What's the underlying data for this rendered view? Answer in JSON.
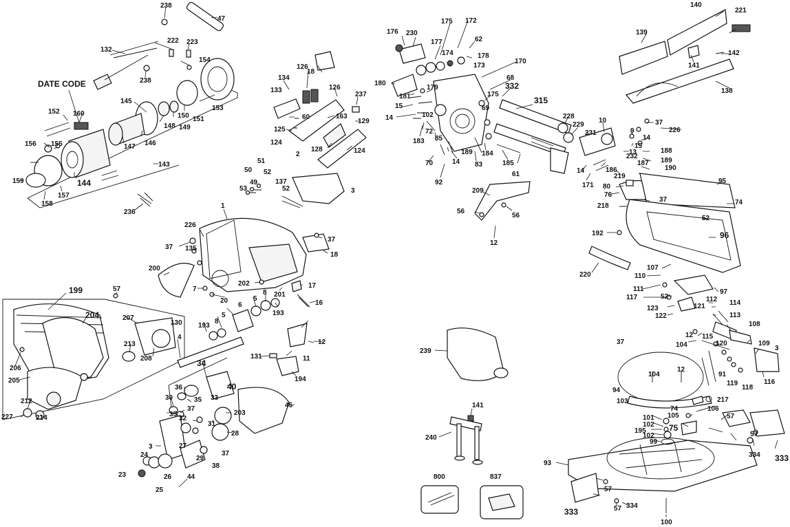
{
  "diagram": {
    "date_code_label": "DATE CODE",
    "callouts": {
      "c238a": "238",
      "c47": "47",
      "c132": "132",
      "c222": "222",
      "c223": "223",
      "c154": "154",
      "c238b": "238",
      "c152": "152",
      "c160": "160",
      "c145": "145",
      "c148": "148",
      "c150": "150",
      "c149": "149",
      "c151": "151",
      "c153": "153",
      "c146": "146",
      "c147": "147",
      "c156": "156",
      "c155": "155",
      "c159": "159",
      "c144": "144",
      "c157": "157",
      "c158": "158",
      "c143": "143",
      "c236": "236",
      "c126a": "126",
      "c18a": "18",
      "c134": "134",
      "c133": "133",
      "c126b": "126",
      "c60": "60",
      "c163": "163",
      "c129": "129",
      "c237a": "237",
      "c125": "125",
      "c124a": "124",
      "c128": "128",
      "c124b": "124",
      "c50": "50",
      "c51": "51",
      "c52a": "52",
      "c49": "49",
      "c53": "53",
      "c137": "137",
      "c52b": "52",
      "c2": "2",
      "c3a": "3",
      "c1": "1",
      "c226a": "226",
      "c37a": "37",
      "c135": "135",
      "c37b": "37",
      "c18b": "18",
      "c200": "200",
      "c7": "7",
      "c20": "20",
      "c202": "202",
      "c17": "17",
      "c201": "201",
      "c16": "16",
      "c57a": "57",
      "c199": "199",
      "c204": "204",
      "c207": "207",
      "c130": "130",
      "c213": "213",
      "c208": "208",
      "c206": "206",
      "c205": "205",
      "c212": "212",
      "c227": "227",
      "c214": "214",
      "c193a": "193",
      "c8a": "8",
      "c5a": "5",
      "c6": "6",
      "c5b": "5",
      "c8b": "8",
      "c193b": "193",
      "c4": "4",
      "c12a": "12",
      "c131": "131",
      "c11": "11",
      "c194": "194",
      "c34": "34",
      "c36": "36",
      "c40": "40",
      "c30": "30",
      "c35a": "35",
      "c33": "33",
      "c37c": "37",
      "c35b": "35",
      "c32": "32",
      "c31": "31",
      "c203": "203",
      "c45": "45",
      "c28": "28",
      "c3b": "3",
      "c24": "24",
      "c27": "27",
      "c29": "29",
      "c37d": "37",
      "c38": "38",
      "c23": "23",
      "c26": "26",
      "c44": "44",
      "c25": "25",
      "c175a": "175",
      "c172": "172",
      "c176": "176",
      "c230": "230",
      "c177": "177",
      "c62": "62",
      "c174": "174",
      "c178": "178",
      "c173": "173",
      "c170": "170",
      "c68": "68",
      "c180": "180",
      "c181": "181",
      "c179": "179",
      "c175b": "175",
      "c332": "332",
      "c15a": "15",
      "c102a": "102",
      "c14a": "14",
      "c72": "72",
      "c183": "183",
      "c69": "69",
      "c315": "315",
      "c228": "228",
      "c229": "229",
      "c85": "85",
      "c70": "70",
      "c189": "189",
      "c14b": "14",
      "c83": "83",
      "c184": "184",
      "c185": "185",
      "c61": "61",
      "c92": "92",
      "c140": "140",
      "c221": "221",
      "c139": "139",
      "c142": "142",
      "c141a": "141",
      "c138": "138",
      "c10": "10",
      "c37e": "37",
      "c9": "9",
      "c226b": "226",
      "c14c": "14",
      "c15b": "15",
      "c231": "231",
      "c13": "13",
      "c188": "188",
      "c232": "232",
      "c189b": "189",
      "c187": "187",
      "c14d": "14",
      "c186": "186",
      "c219": "219",
      "c190": "190",
      "c171": "171",
      "c209": "209",
      "c56a": "56",
      "c56b": "56",
      "c12b": "12",
      "c80": "80",
      "c76": "76",
      "c95": "95",
      "c37f": "37",
      "c74a": "74",
      "c218": "218",
      "c52c": "52",
      "c192": "192",
      "c96": "96",
      "c220": "220",
      "c107": "107",
      "c110": "110",
      "c111": "111",
      "c52d": "52",
      "c97": "97",
      "c117": "117",
      "c112": "112",
      "c123": "123",
      "c121": "121",
      "c114": "114",
      "c122": "122",
      "c113": "113",
      "c12c": "12",
      "c115": "115",
      "c108": "108",
      "c37g": "37",
      "c104a": "104",
      "c120": "120",
      "c109": "109",
      "c3c": "3",
      "c239": "239",
      "c104b": "104",
      "c12d": "12",
      "c91": "91",
      "c119": "119",
      "c118": "118",
      "c116": "116",
      "c94": "94",
      "c103": "103",
      "c217": "217",
      "c74b": "74",
      "c106": "106",
      "c105": "105",
      "c141b": "141",
      "c240": "240",
      "c101": "101",
      "c102b": "102",
      "c195": "195",
      "c102c": "102",
      "c99": "99",
      "c75": "75",
      "c57b": "57",
      "c57c": "57",
      "c334a": "334",
      "c333a": "333",
      "c93": "93",
      "c800": "800",
      "c837": "837",
      "c57d": "57",
      "c333b": "333",
      "c57e": "57",
      "c334b": "334",
      "c100": "100"
    }
  }
}
